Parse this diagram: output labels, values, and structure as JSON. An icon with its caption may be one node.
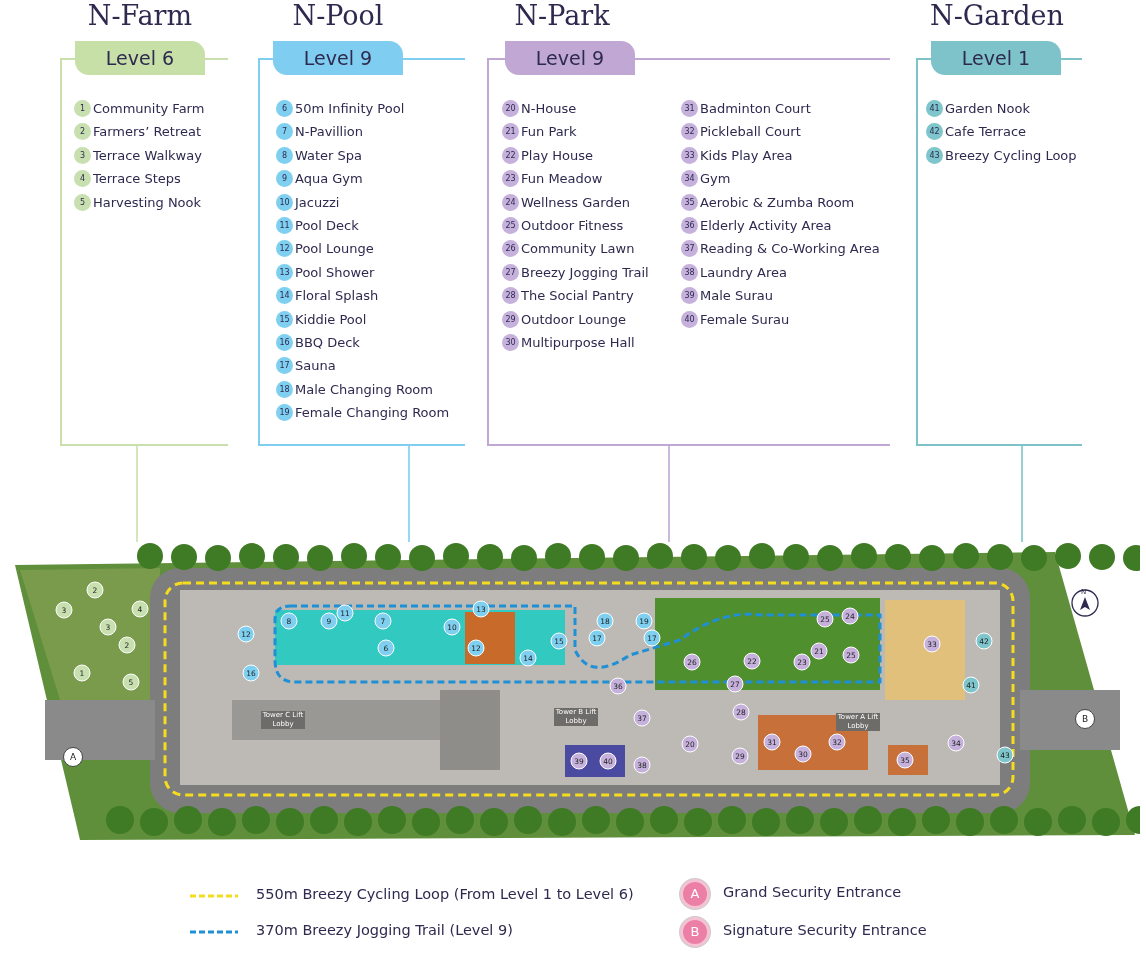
{
  "diagram": {
    "nodes": [
      {
        "text": [
          "N-Farm",
          "Level 6",
          "1",
          "Community Farm",
          "2",
          "Farmers’ Retreat",
          "3",
          "Terrace Walkway",
          "4",
          "Terrace Steps",
          "5",
          "Harvesting Nook"
        ]
      },
      {
        "text": [
          "N-Pool",
          "Level 9",
          "6",
          "50m Infinity Pool",
          "7",
          "N-Pavillion",
          "8",
          "Water Spa",
          "9",
          "Aqua Gym",
          "10",
          "Jacuzzi",
          "11",
          "Pool Deck",
          "12",
          "Pool Lounge",
          "13",
          "Pool Shower",
          "14",
          "Floral Splash",
          "15",
          "Kiddie Pool",
          "16",
          "BBQ Deck",
          "17",
          "Sauna",
          "18",
          "Male Changing Room",
          "19",
          "Female Changing Room"
        ]
      },
      {
        "text": [
          "N-Park",
          "Level 9",
          "20",
          "N-House",
          "21",
          "Fun Park",
          "22",
          "Play House",
          "23",
          "Fun Meadow",
          "24",
          "Wellness Garden",
          "25",
          "Outdoor Fitness",
          "26",
          "Community Lawn",
          "27",
          "Breezy Jogging Trail",
          "28",
          "The Social Pantry",
          "29",
          "Outdoor Lounge",
          "30",
          "Multipurpose Hall",
          "31",
          "Badminton Court",
          "32",
          "Pickleball Court",
          "33",
          "Kids Play Area",
          "34",
          "Gym",
          "35",
          "Aerobic & Zumba Room",
          "36",
          "Elderly Activity Area",
          "37",
          "Reading & Co-Working Area",
          "38",
          "Laundry Area",
          "39",
          "Male Surau",
          "40",
          "Female Surau"
        ]
      },
      {
        "text": [
          "N-Garden",
          "Level 1",
          "41",
          "Garden Nook",
          "42",
          "Cafe Terrace",
          "43",
          "Breezy Cycling Loop"
        ]
      },
      {
        "text": [],
        "shape": "picture"
      }
    ],
    "edges": [
      {
        "from": 0,
        "to": 4,
        "arrow": "none",
        "color": "#c9e0ac"
      },
      {
        "from": 1,
        "to": 4,
        "arrow": "none",
        "color": "#7fcdf0"
      },
      {
        "from": 2,
        "to": 4,
        "arrow": "none",
        "color": "#c1a7d4"
      },
      {
        "from": 3,
        "to": 4,
        "arrow": "none",
        "color": "#7ec3c9"
      }
    ],
    "labels": [
      "2",
      "3",
      "4",
      "3",
      "2",
      "1",
      "5",
      "A",
      "12",
      "16",
      "8",
      "9",
      "11",
      "7",
      "6",
      "Tower C Lift Lobby",
      "13",
      "10",
      "12",
      "14",
      "15",
      "18",
      "19",
      "17",
      "17",
      "36",
      "Tower B Lift Lobby",
      "37",
      "39",
      "40",
      "38",
      "26",
      "22",
      "27",
      "28",
      "20",
      "29",
      "25",
      "24",
      "21",
      "23",
      "25",
      "31",
      "30",
      "32",
      "Tower A Lift Lobby",
      "35",
      "34",
      "33",
      "42",
      "41",
      "43",
      "N",
      "B",
      "A",
      "B"
    ],
    "legend": [
      {
        "text": "550m Breezy Cycling Loop (From Level 1 to Level 6)"
      },
      {
        "text": "370m Breezy Jogging Trail (Level 9)"
      },
      {
        "text": "Grand Security Entrance"
      },
      {
        "text": "Signature Security Entrance"
      }
    ]
  }
}
